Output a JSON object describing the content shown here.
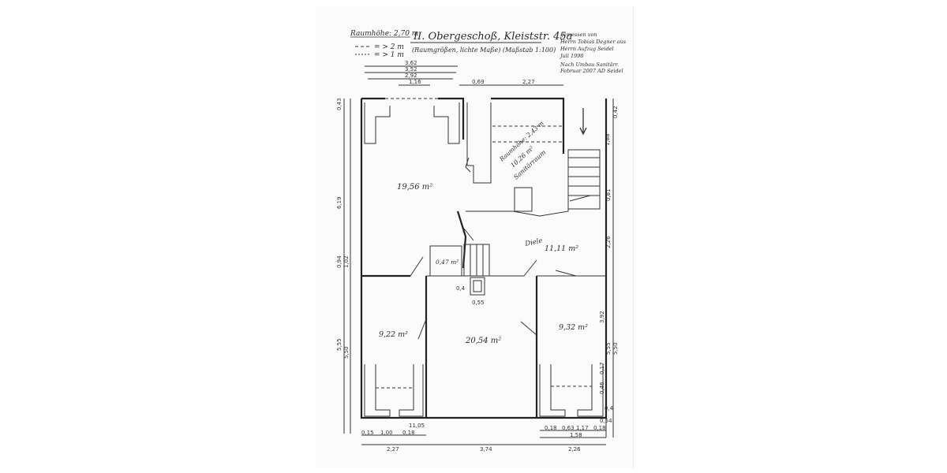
{
  "header": {
    "title": "II. Obergeschoß, Kleiststr. 45a",
    "subtitle": "(Raumgrößen, lichte Maße) (Maßstab 1:100)",
    "legend_height": "Raumhöhe: 2,70 m",
    "legend_dash_2m": "= > 2 m",
    "legend_dash_1m": "= > 1 m",
    "note_lines": [
      "gemessen von",
      "Herrn Tobias Degner aus",
      "Herrn Aufzug Seidel",
      "Juli 1998"
    ],
    "note_footer": [
      "Nach Umbau Sanitärr.",
      "Februar 2007 AD Seidel"
    ]
  },
  "dimensions_top": [
    "3,62",
    "3,52",
    "2,92",
    "1,16",
    "0,69",
    "2,27"
  ],
  "dimensions_left": [
    "0,43",
    "6,19",
    "0,94",
    "1,02",
    "5,55",
    "5,50"
  ],
  "dimensions_right": [
    "0,42",
    "1,88",
    "0,81",
    "2,26",
    "5,55",
    "3,92",
    "5,50",
    "0,17",
    "0,46"
  ],
  "dimensions_bottom": [
    "0,15",
    "1,00",
    "0,18",
    "2,27",
    "3,74",
    "2,26",
    "0,18",
    "0,63",
    "1,17",
    "0,18",
    "1,58",
    "0,54",
    "0,4",
    "11,05"
  ],
  "rooms": [
    {
      "label": "19,56 m²"
    },
    {
      "label": "Raumhöhe: 2,43 m"
    },
    {
      "label": "10,26 m²"
    },
    {
      "label": "Sanitärraum"
    },
    {
      "label": "Diele"
    },
    {
      "label": "11,11 m²"
    },
    {
      "label": "0,47 m²"
    },
    {
      "label": "9,22 m²"
    },
    {
      "label": "20,54 m²"
    },
    {
      "label": "9,32 m²"
    }
  ],
  "chimney_dims": [
    "0,4",
    "0,55"
  ]
}
